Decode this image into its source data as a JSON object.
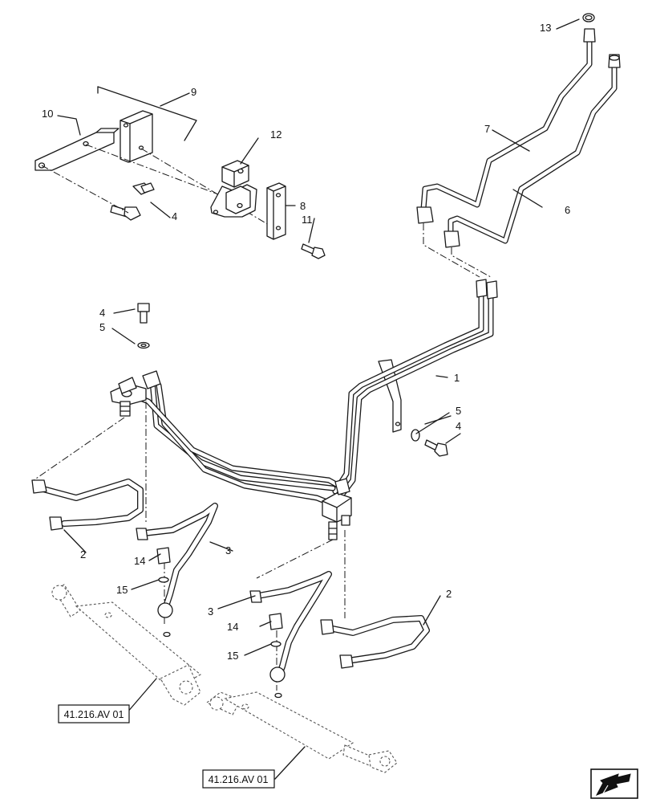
{
  "callouts": {
    "c1": "1",
    "c2a": "2",
    "c2b": "2",
    "c3a": "3",
    "c3b": "3",
    "c4a": "4",
    "c4b": "4",
    "c4c": "4",
    "c5a": "5",
    "c5b": "5",
    "c6": "6",
    "c7": "7",
    "c8": "8",
    "c9": "9",
    "c10": "10",
    "c11": "11",
    "c12": "12",
    "c13": "13",
    "c14a": "14",
    "c14b": "14",
    "c15a": "15",
    "c15b": "15"
  },
  "references": {
    "ref_upper": "41.216.AV 01",
    "ref_lower": "41.216.AV 01"
  },
  "nav": {
    "icon": "next-page-arrow-icon"
  }
}
